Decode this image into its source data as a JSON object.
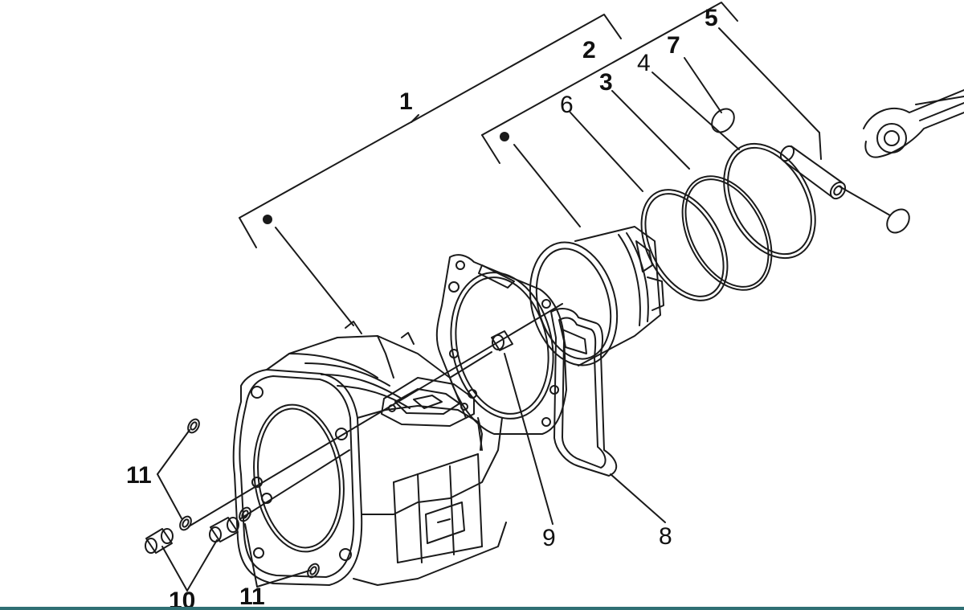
{
  "diagram": {
    "callouts": {
      "c1": "1",
      "c2": "2",
      "c3": "3",
      "c4": "4",
      "c5": "5",
      "c6": "6",
      "c7": "7",
      "c8": "8",
      "c9": "9",
      "c10": "10",
      "c11_upper": "11",
      "c11_lower": "11"
    }
  },
  "colors": {
    "line": "#1a1a1a",
    "background": "#ffffff",
    "bottom_bar": "#2f6f73"
  }
}
